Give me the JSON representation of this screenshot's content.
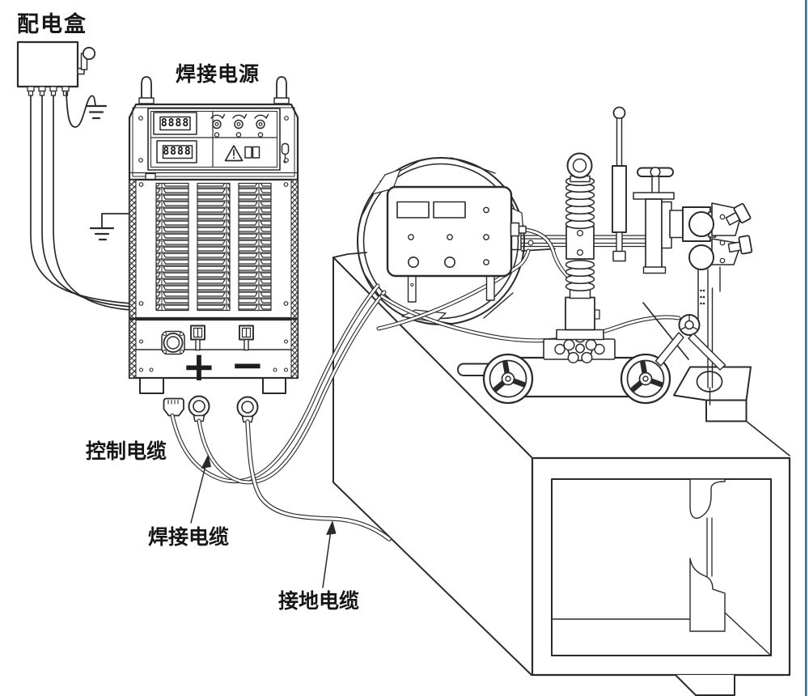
{
  "labels": {
    "distribution_box": "配电盒",
    "power_source": "焊接电源",
    "control_cable": "控制电缆",
    "welding_cable": "焊接电缆",
    "ground_cable": "接地电缆"
  },
  "power_source": {
    "display_top": "8888",
    "display_bottom": "8888",
    "plus_terminal": "+",
    "minus_terminal": "−"
  },
  "icons": [
    "warning-triangle-icon",
    "open-book-icon",
    "torch-icon",
    "knob-icon",
    "ground-icon",
    "antenna-icon"
  ],
  "colors": {
    "line": "#2a2a2a",
    "background": "#ffffff",
    "right_border": "#2a7487"
  }
}
